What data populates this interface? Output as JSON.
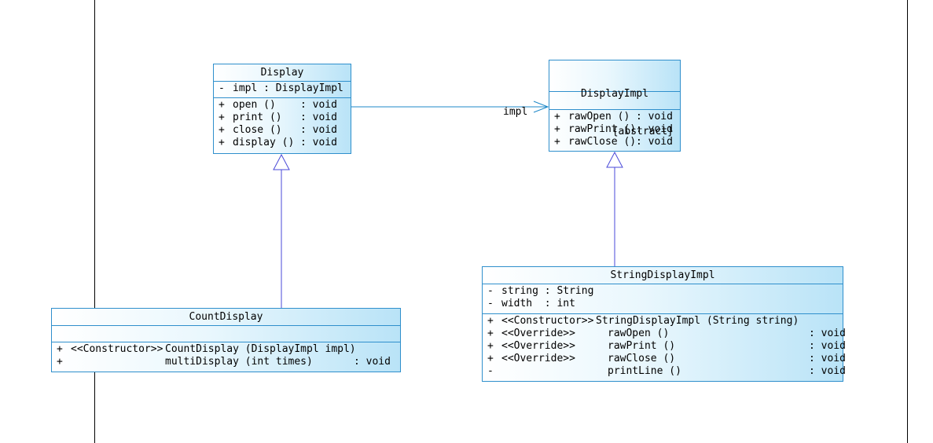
{
  "classes": {
    "display": {
      "name": "Display",
      "attributes": [
        {
          "vis": "-",
          "name": "impl : DisplayImpl",
          "type": ""
        }
      ],
      "operations": [
        {
          "vis": "+",
          "name": "open ()",
          "type": ": void"
        },
        {
          "vis": "+",
          "name": "print ()",
          "type": ": void"
        },
        {
          "vis": "+",
          "name": "close ()",
          "type": ": void"
        },
        {
          "vis": "+",
          "name": "display ()",
          "type": ": void"
        }
      ]
    },
    "display_impl": {
      "name": "DisplayImpl",
      "modifier": "{abstract}",
      "attributes": [],
      "operations": [
        {
          "vis": "+",
          "name": "rawOpen ()",
          "type": ": void"
        },
        {
          "vis": "+",
          "name": "rawPrint ()",
          "type": ": void"
        },
        {
          "vis": "+",
          "name": "rawClose ()",
          "type": ": void"
        }
      ]
    },
    "count_display": {
      "name": "CountDisplay",
      "attributes": [],
      "operations": [
        {
          "vis": "+",
          "stereo": "<<Constructor>>",
          "name": "CountDisplay (DisplayImpl impl)",
          "type": ""
        },
        {
          "vis": "+",
          "stereo": "",
          "name": "multiDisplay (int times)",
          "type": ": void"
        }
      ]
    },
    "string_display_impl": {
      "name": "StringDisplayImpl",
      "attributes": [
        {
          "vis": "-",
          "name": "string : String",
          "type": ""
        },
        {
          "vis": "-",
          "name": "width  : int",
          "type": ""
        }
      ],
      "operations": [
        {
          "vis": "+",
          "stereo": "<<Constructor>>",
          "name": "StringDisplayImpl (String string)",
          "type": ""
        },
        {
          "vis": "+",
          "stereo": "<<Override>>",
          "name": "rawOpen ()",
          "type": ": void"
        },
        {
          "vis": "+",
          "stereo": "<<Override>>",
          "name": "rawPrint ()",
          "type": ": void"
        },
        {
          "vis": "+",
          "stereo": "<<Override>>",
          "name": "rawClose ()",
          "type": ": void"
        },
        {
          "vis": "-",
          "stereo": "",
          "name": "printLine ()",
          "type": ": void"
        }
      ]
    }
  },
  "associations": [
    {
      "from": "Display",
      "to": "DisplayImpl",
      "role": "impl"
    }
  ],
  "generalizations": [
    {
      "child": "CountDisplay",
      "parent": "Display"
    },
    {
      "child": "StringDisplayImpl",
      "parent": "DisplayImpl"
    }
  ],
  "colors": {
    "box_border": "#2f8fcc",
    "gradient_end": "#b9e3f7",
    "edge": "#4a4ad8",
    "assoc": "#1e88c8"
  }
}
